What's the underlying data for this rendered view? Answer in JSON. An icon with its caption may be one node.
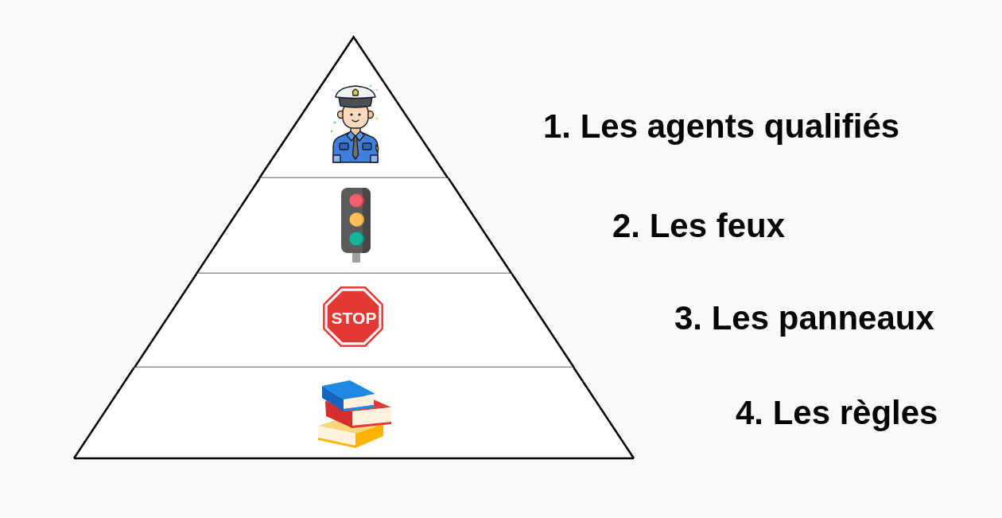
{
  "diagram": {
    "nodes": [
      {
        "text": [],
        "shape": "triangle"
      },
      {
        "text": [],
        "shape": "trapezoid"
      },
      {
        "text": [],
        "shape": "trapezoid"
      },
      {
        "text": [],
        "shape": "trapezoid"
      }
    ],
    "labels": [
      "1. Les agents qualifiés",
      "2. Les feux",
      "STOP",
      "3. Les panneaux",
      "4. Les règles"
    ]
  }
}
